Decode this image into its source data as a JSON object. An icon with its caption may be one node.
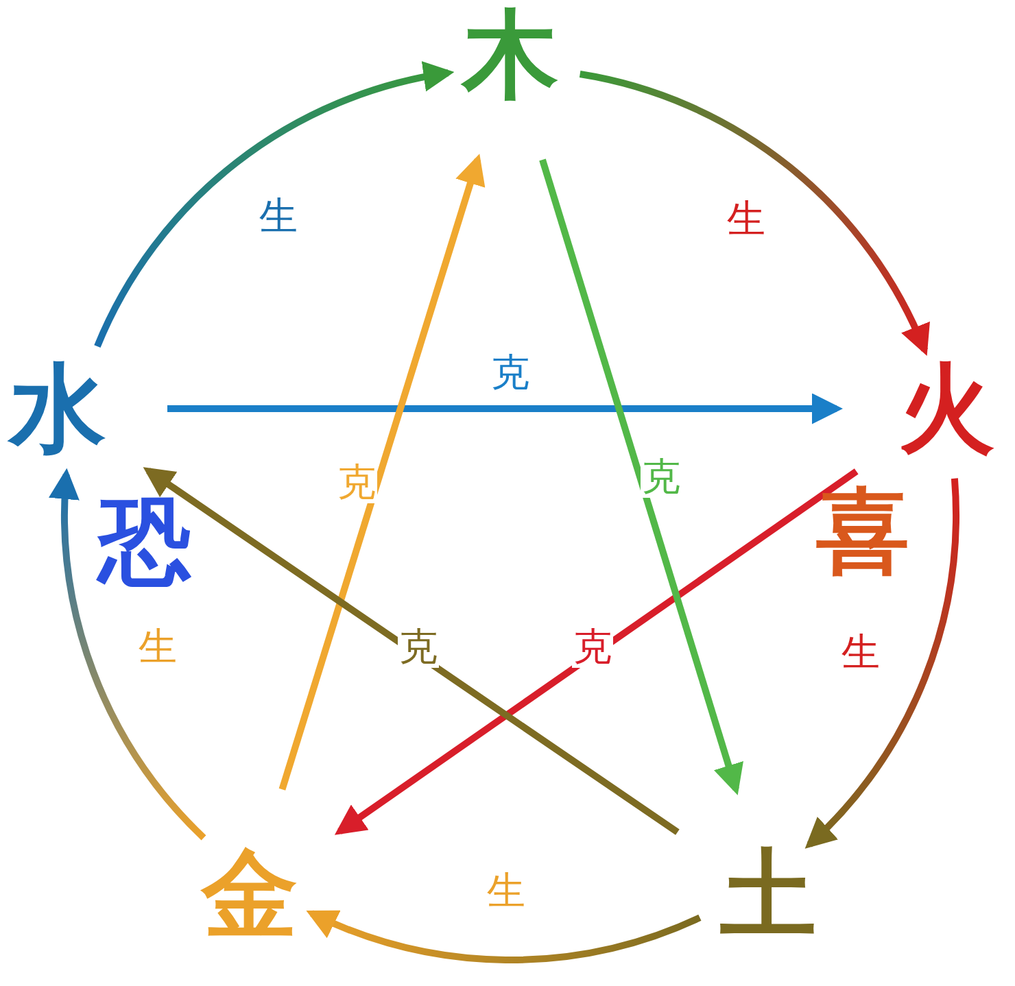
{
  "diagram": {
    "nodes": [
      {
        "text": [
          "木"
        ]
      },
      {
        "text": [
          "火"
        ],
        "beside": [
          "喜"
        ]
      },
      {
        "text": [
          "土"
        ]
      },
      {
        "text": [
          "金"
        ]
      },
      {
        "text": [
          "水"
        ],
        "beside": [
          "恐"
        ]
      }
    ],
    "edges": [
      {
        "from": 4,
        "to": 0,
        "arrow": "to",
        "label": "生"
      },
      {
        "from": 0,
        "to": 1,
        "arrow": "to",
        "label": "生"
      },
      {
        "from": 1,
        "to": 2,
        "arrow": "to",
        "label": "生"
      },
      {
        "from": 2,
        "to": 3,
        "arrow": "to",
        "label": "生"
      },
      {
        "from": 3,
        "to": 4,
        "arrow": "to",
        "label": "生"
      },
      {
        "from": 4,
        "to": 1,
        "arrow": "to",
        "label": "克",
        "color": "#1a7fc8"
      },
      {
        "from": 1,
        "to": 3,
        "arrow": "to",
        "label": "克",
        "color": "#d81e2a"
      },
      {
        "from": 3,
        "to": 0,
        "arrow": "to",
        "label": "克",
        "color": "#f0a830"
      },
      {
        "from": 0,
        "to": 2,
        "arrow": "to",
        "label": "克",
        "color": "#52b848"
      },
      {
        "from": 2,
        "to": 4,
        "arrow": "to",
        "label": "克",
        "color": "#7d6b22"
      }
    ]
  }
}
